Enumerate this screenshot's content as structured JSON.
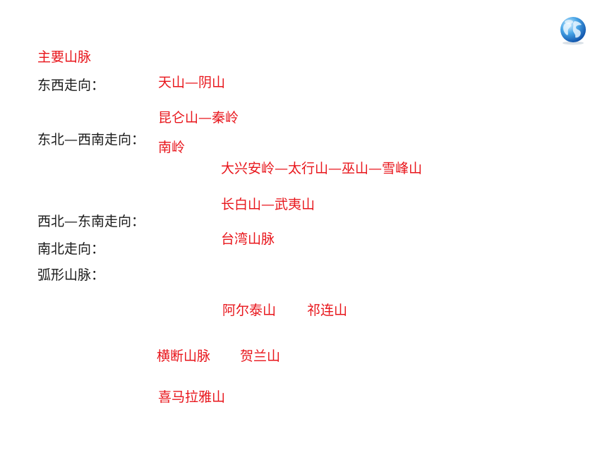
{
  "colors": {
    "heading": "#e8151b",
    "label": "#1a1a1a",
    "answer": "#e8151b"
  },
  "icon": "globe-icon",
  "heading": "主要山脉",
  "labels": {
    "east_west": "东西走向：",
    "ne_sw": "东北—西南走向：",
    "nw_se": "西北—东南走向：",
    "north_south": "南北走向：",
    "arc": "弧形山脉："
  },
  "answers": {
    "ew_1": "天山—阴山",
    "ew_2": "昆仑山—秦岭",
    "ew_3": "南岭",
    "nesw_1": "大兴安岭—太行山—巫山—雪峰山",
    "nesw_2": "长白山—武夷山",
    "nesw_3": "台湾山脉",
    "nwse_1": "阿尔泰山",
    "nwse_2": "祁连山",
    "ns_1": "横断山脉",
    "ns_2": "贺兰山",
    "arc_1": "喜马拉雅山"
  }
}
